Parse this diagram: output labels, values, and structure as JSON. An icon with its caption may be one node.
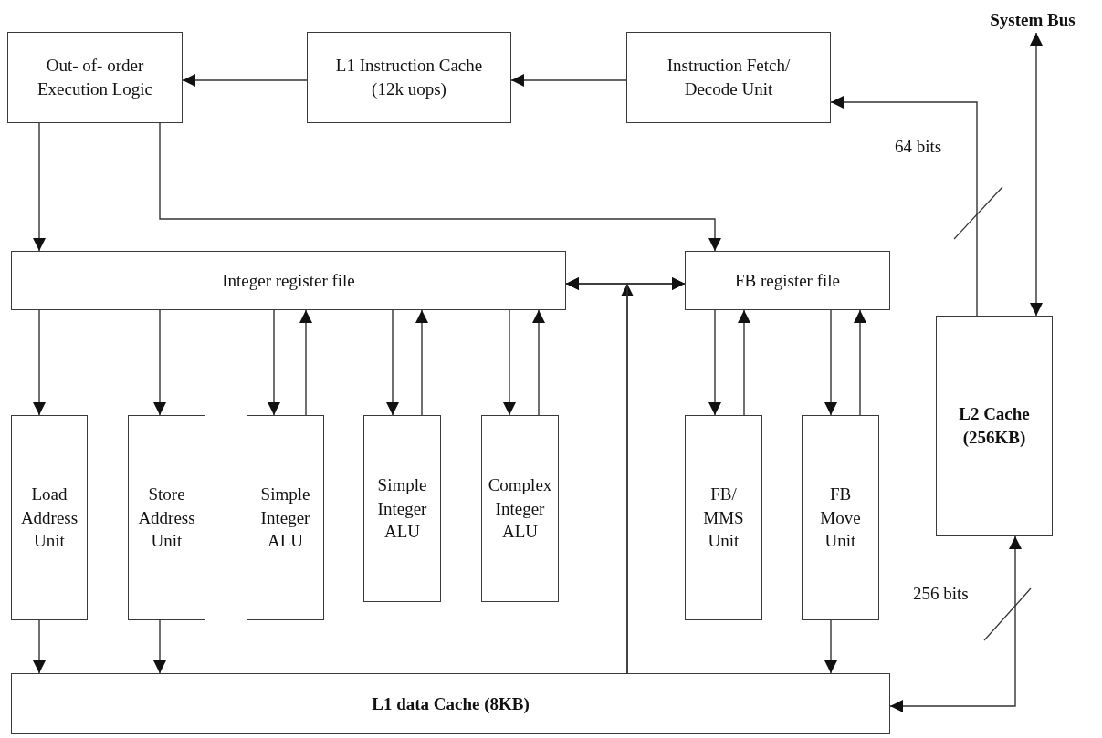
{
  "diagram": {
    "nodes": [
      {
        "text": [
          "Out- of- order Execution Logic"
        ]
      },
      {
        "text": [
          "L1 Instruction Cache (12k uops)"
        ]
      },
      {
        "text": [
          "Instruction Fetch/ Decode Unit"
        ]
      },
      {
        "text": [
          "Integer register file"
        ]
      },
      {
        "text": [
          "FB register file"
        ]
      },
      {
        "text": [
          "Load Address Unit"
        ]
      },
      {
        "text": [
          "Store Address Unit"
        ]
      },
      {
        "text": [
          "Simple Integer ALU"
        ]
      },
      {
        "text": [
          "Simple Integer ALU"
        ]
      },
      {
        "text": [
          "Complex Integer ALU"
        ]
      },
      {
        "text": [
          "FB/ MMS Unit"
        ]
      },
      {
        "text": [
          "FB Move Unit"
        ]
      },
      {
        "text": [
          "L2 Cache (256KB)"
        ]
      },
      {
        "text": [
          "L1 data Cache (8KB)"
        ]
      },
      {
        "text": [
          "System Bus"
        ]
      }
    ],
    "edges": [
      {
        "from": 2,
        "to": 1,
        "arrow": "to"
      },
      {
        "from": 1,
        "to": 0,
        "arrow": "to"
      },
      {
        "from": 0,
        "to": 3,
        "arrow": "to"
      },
      {
        "from": 0,
        "to": 4,
        "arrow": "to"
      },
      {
        "from": 3,
        "to": 4,
        "arrow": "both"
      },
      {
        "from": 13,
        "to": 3,
        "arrow": "to"
      },
      {
        "from": 13,
        "to": 4,
        "arrow": "to"
      },
      {
        "from": 3,
        "to": 5,
        "arrow": "to"
      },
      {
        "from": 3,
        "to": 6,
        "arrow": "to"
      },
      {
        "from": 3,
        "to": 7,
        "arrow": "to"
      },
      {
        "from": 7,
        "to": 3,
        "arrow": "to"
      },
      {
        "from": 3,
        "to": 8,
        "arrow": "to"
      },
      {
        "from": 8,
        "to": 3,
        "arrow": "to"
      },
      {
        "from": 3,
        "to": 9,
        "arrow": "to"
      },
      {
        "from": 9,
        "to": 3,
        "arrow": "to"
      },
      {
        "from": 4,
        "to": 10,
        "arrow": "to"
      },
      {
        "from": 10,
        "to": 4,
        "arrow": "to"
      },
      {
        "from": 4,
        "to": 11,
        "arrow": "to"
      },
      {
        "from": 11,
        "to": 4,
        "arrow": "to"
      },
      {
        "from": 5,
        "to": 13,
        "arrow": "to"
      },
      {
        "from": 6,
        "to": 13,
        "arrow": "to"
      },
      {
        "from": 11,
        "to": 13,
        "arrow": "to"
      },
      {
        "from": 12,
        "to": 2,
        "arrow": "to",
        "label": "64 bits"
      },
      {
        "from": 12,
        "to": 13,
        "arrow": "both",
        "label": "256 bits"
      },
      {
        "from": 12,
        "to": 14,
        "arrow": "both"
      }
    ]
  }
}
